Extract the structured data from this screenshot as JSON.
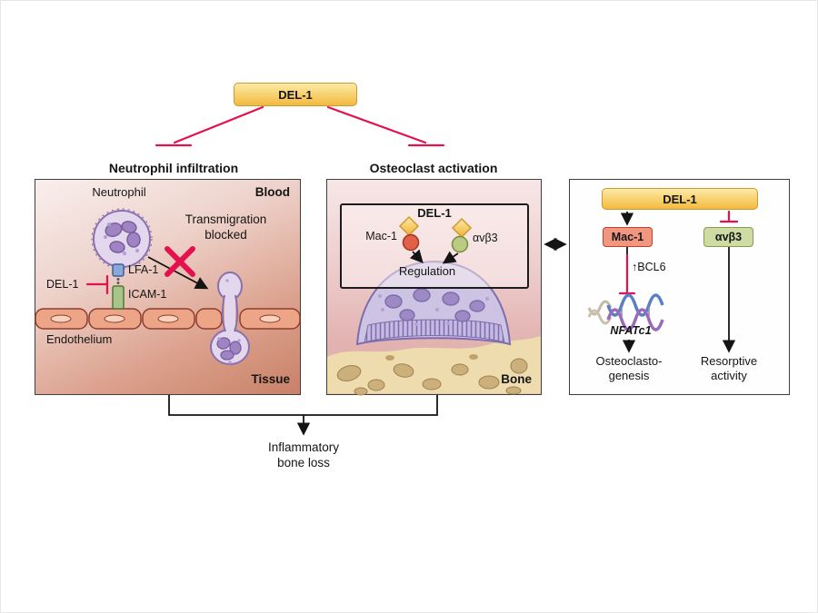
{
  "colors": {
    "inhibit_red": "#e5114d",
    "arrow_black": "#141414",
    "gold_light": "#fdeaa6",
    "gold_mid": "#f2ba3e",
    "gold_border": "#cf9a2b",
    "mac1_fill": "#f2977f",
    "mac1_border": "#c04030",
    "avb3_fill": "#cfdba4",
    "avb3_border": "#8a9a4b"
  },
  "top": {
    "del1": "DEL-1"
  },
  "left_panel": {
    "title": "Neutrophil infiltration",
    "blood": "Blood",
    "tissue": "Tissue",
    "neutrophil": "Neutrophil",
    "transmigration_line1": "Transmigration",
    "transmigration_line2": "blocked",
    "del1": "DEL-1",
    "lfa1": "LFA-1",
    "icam1": "ICAM-1",
    "endothelium": "Endothelium"
  },
  "middle_panel": {
    "title": "Osteoclast activation",
    "del1": "DEL-1",
    "mac1": "Mac-1",
    "avb3": "αvβ3",
    "regulation": "Regulation",
    "bone": "Bone"
  },
  "right_panel": {
    "del1": "DEL-1",
    "mac1": "Mac-1",
    "avb3": "αvβ3",
    "bcl6": "↑BCL6",
    "nfatc1": "NFATc1",
    "osteogenesis_line1": "Osteoclasto-",
    "osteogenesis_line2": "genesis",
    "resorptive_line1": "Resorptive",
    "resorptive_line2": "activity"
  },
  "outcome": {
    "line1": "Inflammatory",
    "line2": "bone loss"
  }
}
